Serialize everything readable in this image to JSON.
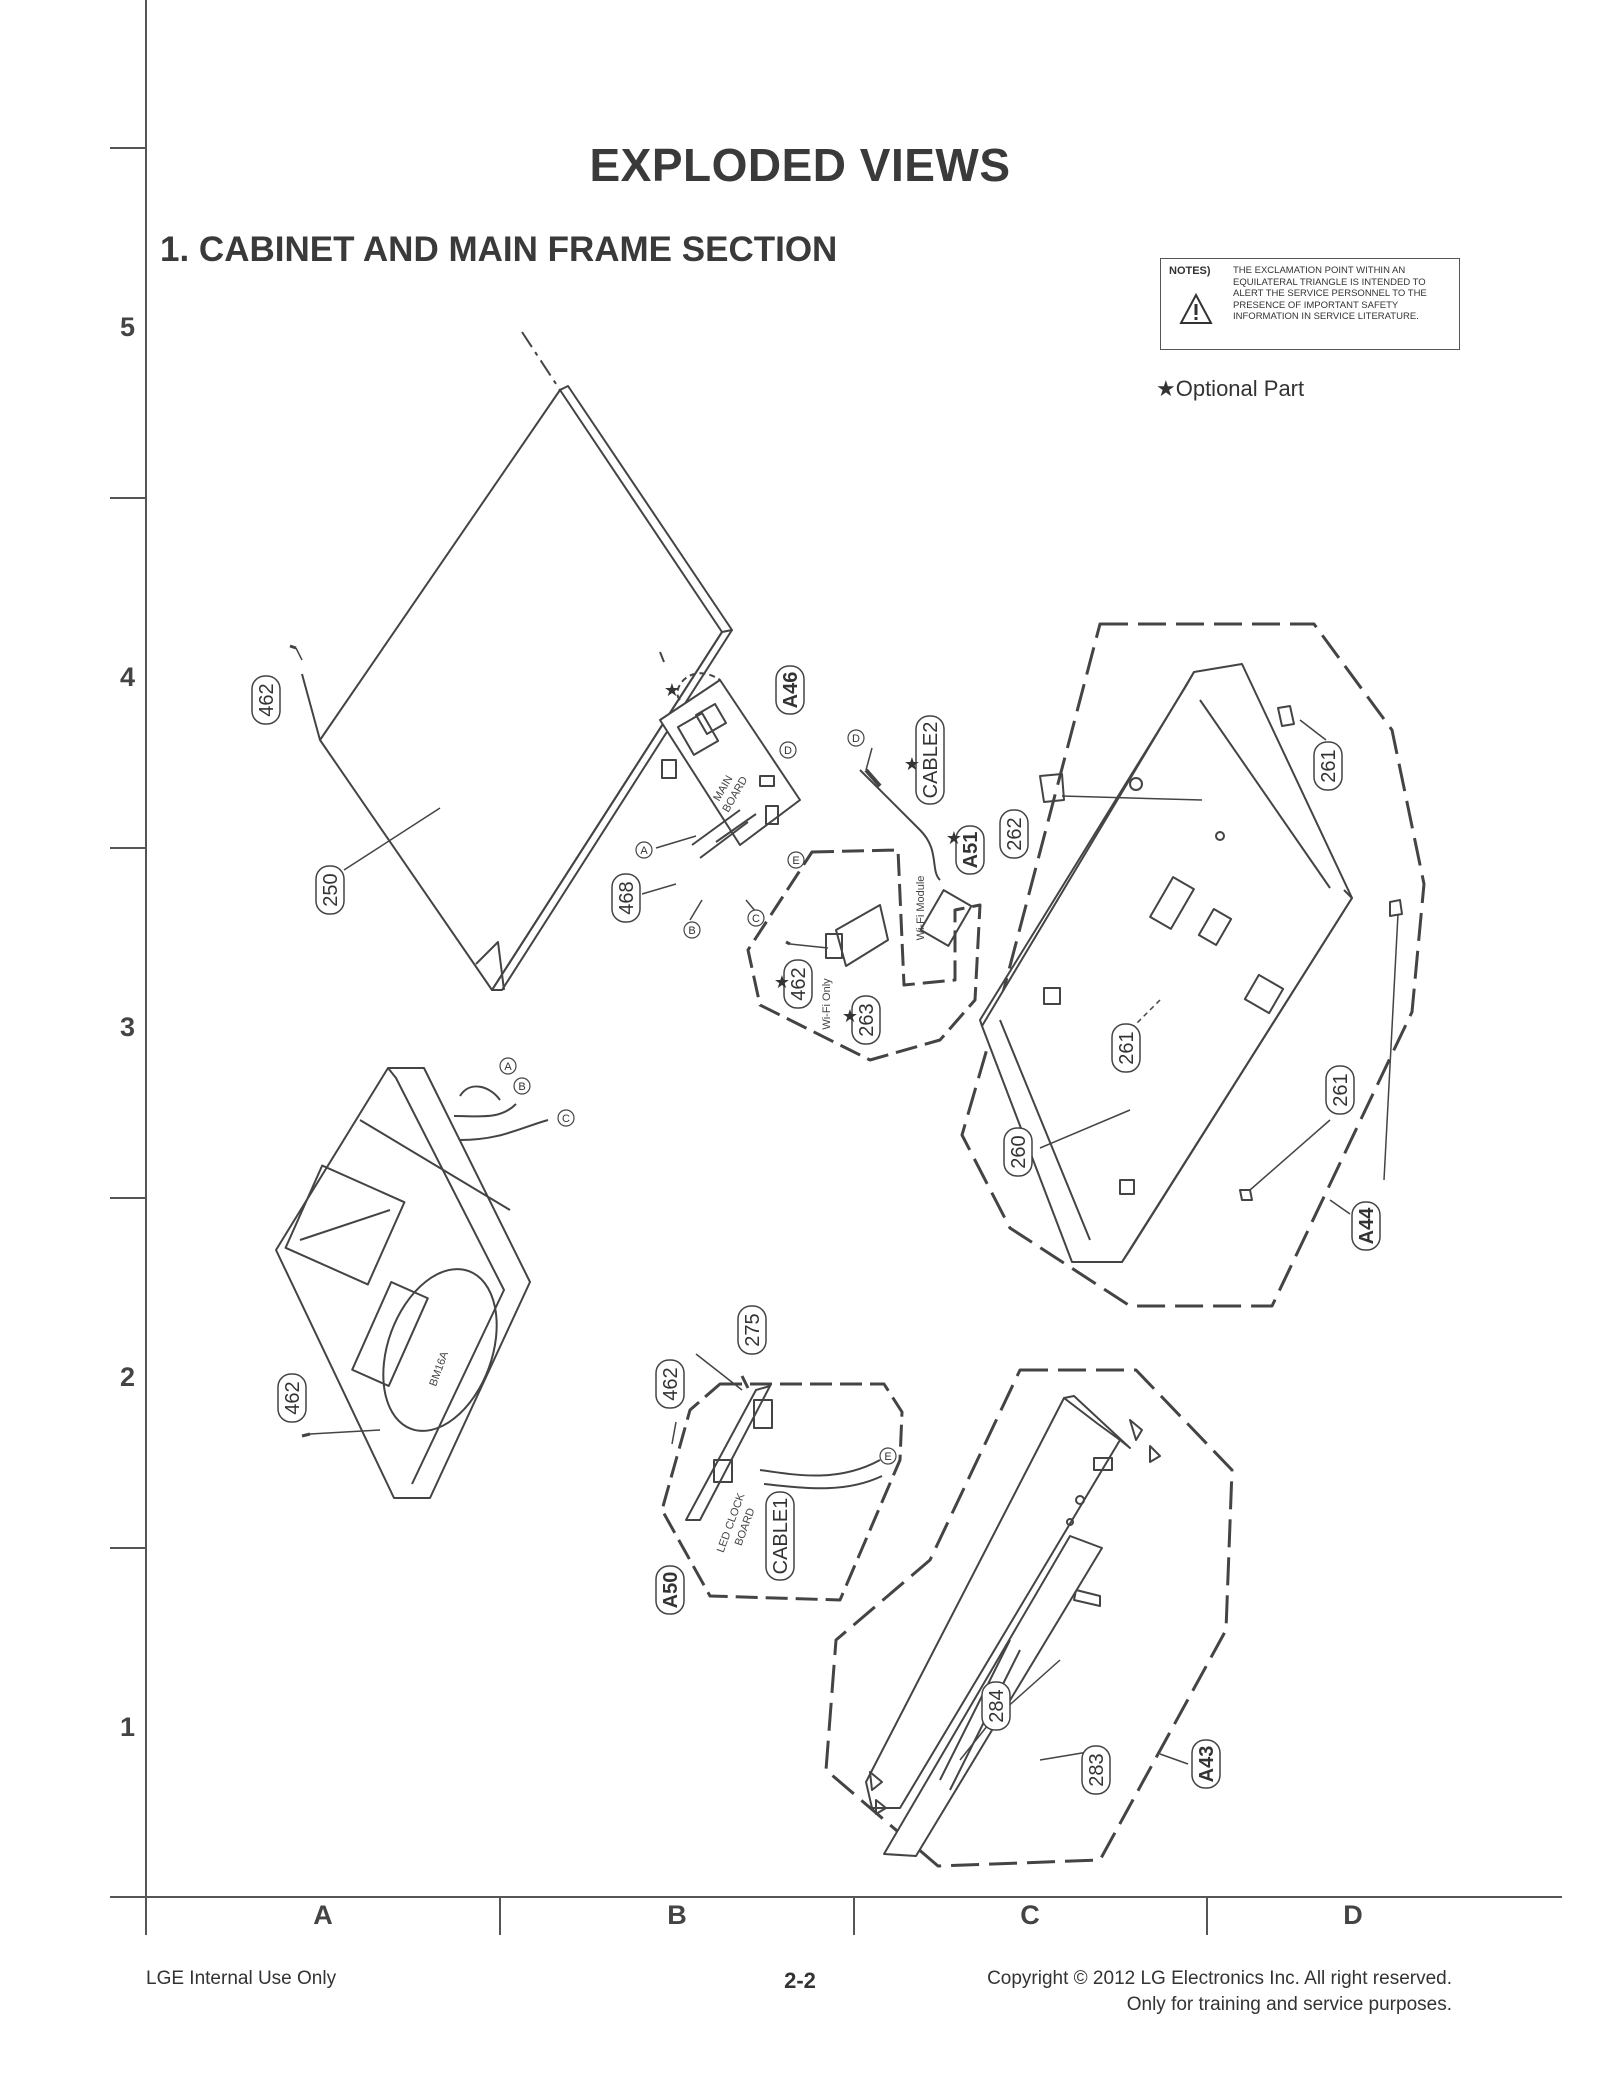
{
  "page": {
    "title": "EXPLODED VIEWS",
    "section_title": "1. CABINET AND MAIN FRAME SECTION",
    "notes_label": "NOTES)",
    "notes_text": "THE EXCLAMATION POINT WITHIN AN EQUILATERAL TRIANGLE IS INTENDED TO ALERT THE SERVICE PERSONNEL TO THE PRESENCE OF IMPORTANT SAFETY INFORMATION IN SERVICE LITERATURE.",
    "optional_part": "★Optional Part"
  },
  "grid": {
    "rows": [
      "5",
      "4",
      "3",
      "2",
      "1"
    ],
    "columns": [
      "A",
      "B",
      "C",
      "D"
    ]
  },
  "parts": {
    "p462a": "462",
    "p250": "250",
    "p468": "468",
    "pA46": "A46",
    "pCABLE2": "CABLE2",
    "pA51": "A51",
    "p262": "262",
    "p261a": "261",
    "p462b": "462",
    "p263": "263",
    "p261b": "261",
    "p261c": "261",
    "p260": "260",
    "pA44": "A44",
    "p462c": "462",
    "p275": "275",
    "p462d": "462",
    "pCABLE1": "CABLE1",
    "pA50": "A50",
    "p284": "284",
    "p283": "283",
    "pA43": "A43"
  },
  "board_text": {
    "main_board_1": "MAIN",
    "main_board_2": "BOARD",
    "wifi_module": "Wi-Fi Module",
    "wifi_only": "Wi-Fi Only",
    "led_clock_1": "LED CLOCK",
    "led_clock_2": "BOARD",
    "drive_model": "BM16A"
  },
  "connectors": {
    "A": "A",
    "B": "B",
    "C": "C",
    "D": "D",
    "E": "E"
  },
  "star": "★",
  "footer": {
    "left": "LGE Internal Use Only",
    "page_number": "2-2",
    "copyright_1": "Copyright © 2012 LG Electronics Inc. All right reserved.",
    "copyright_2": "Only for training and service purposes."
  }
}
